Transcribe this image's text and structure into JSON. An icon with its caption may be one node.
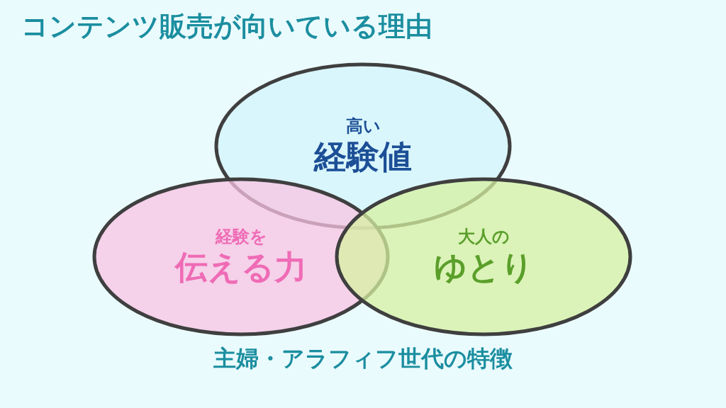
{
  "diagram": {
    "title": "コンテンツ販売が向いている理由",
    "nodes": [
      {
        "text": [
          "高い",
          "経験値"
        ]
      },
      {
        "text": [
          "経験を",
          "伝える力"
        ]
      },
      {
        "text": [
          "大人の",
          "ゆとり"
        ]
      }
    ],
    "caption": "主婦・アラフィフ世代の特徴"
  }
}
